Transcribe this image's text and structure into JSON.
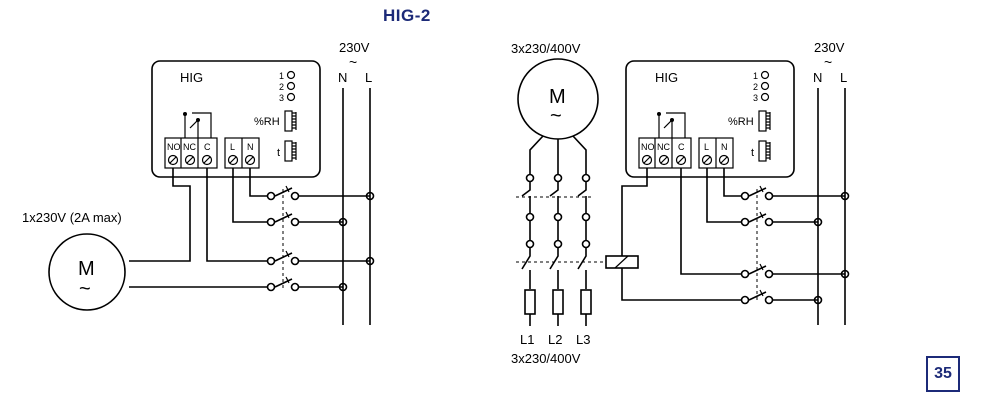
{
  "title": "HIG-2",
  "page_number": "35",
  "left_diagram": {
    "device_label": "HIG",
    "led_labels": [
      "1",
      "2",
      "3"
    ],
    "humidity_label": "%RH",
    "time_label": "t",
    "terminals": [
      "NO",
      "NC",
      "C",
      "L",
      "N"
    ],
    "supply_voltage": "230V",
    "ac_symbol": "~",
    "phase_n": "N",
    "phase_l": "L",
    "motor_rating": "1x230V (2A max)",
    "motor_letter": "M",
    "motor_ac": "~"
  },
  "right_diagram": {
    "device_label": "HIG",
    "led_labels": [
      "1",
      "2",
      "3"
    ],
    "humidity_label": "%RH",
    "time_label": "t",
    "terminals": [
      "NO",
      "NC",
      "C",
      "L",
      "N"
    ],
    "supply_voltage": "230V",
    "ac_symbol": "~",
    "phase_n": "N",
    "phase_l": "L",
    "motor_rating_top": "3x230/400V",
    "motor_letter": "M",
    "motor_ac": "~",
    "phases": [
      "L1",
      "L2",
      "L3"
    ],
    "supply_bottom": "3x230/400V"
  }
}
